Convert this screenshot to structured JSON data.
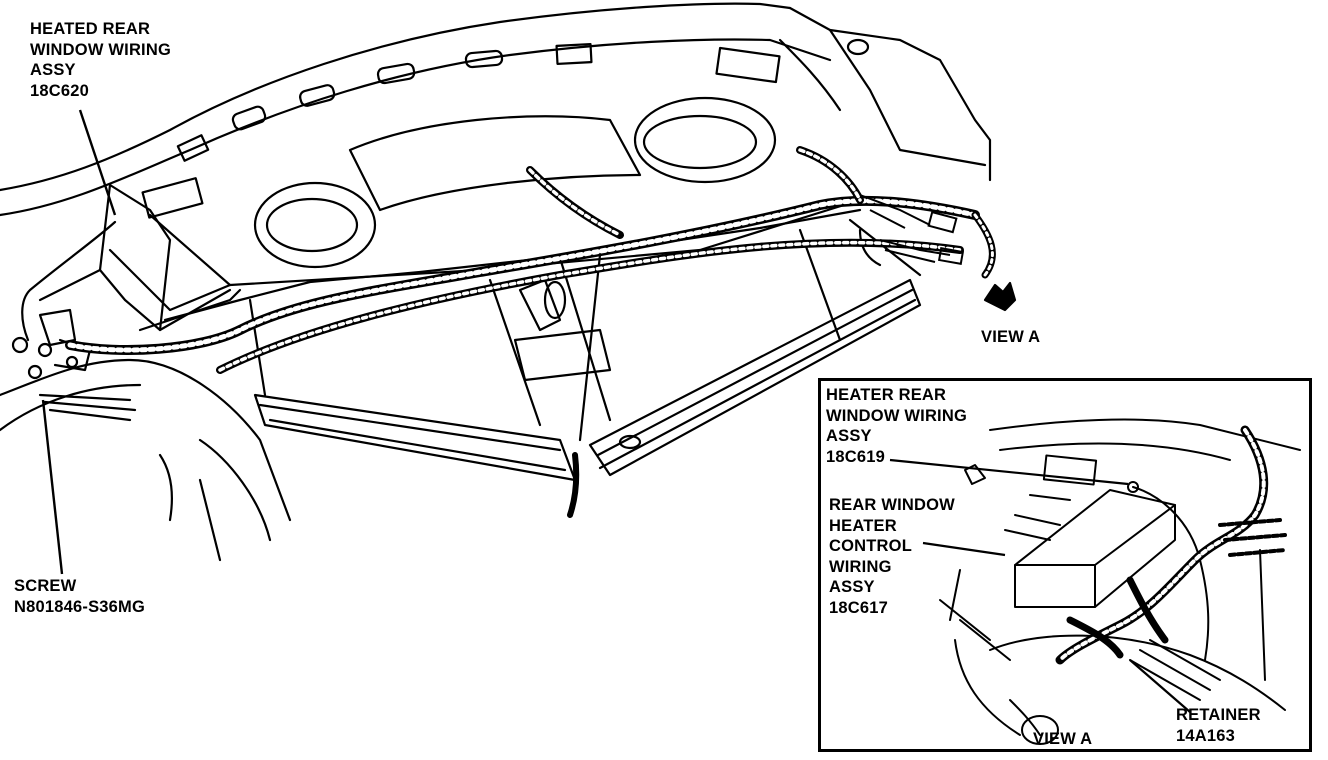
{
  "labels": {
    "heated_rear_window": [
      "HEATED REAR",
      "WINDOW WIRING",
      "ASSY",
      "18C620"
    ],
    "screw": [
      "SCREW",
      "N801846-S36MG"
    ],
    "view_a_main": "VIEW A",
    "heater_rear_window": [
      "HEATER REAR",
      "WINDOW WIRING",
      "ASSY",
      "18C619"
    ],
    "rear_window_heater_control": [
      "REAR WINDOW",
      "HEATER",
      "CONTROL",
      "WIRING",
      "ASSY",
      "18C617"
    ],
    "retainer": [
      "RETAINER",
      "14A163"
    ],
    "view_a_inset": "VIEW A"
  }
}
